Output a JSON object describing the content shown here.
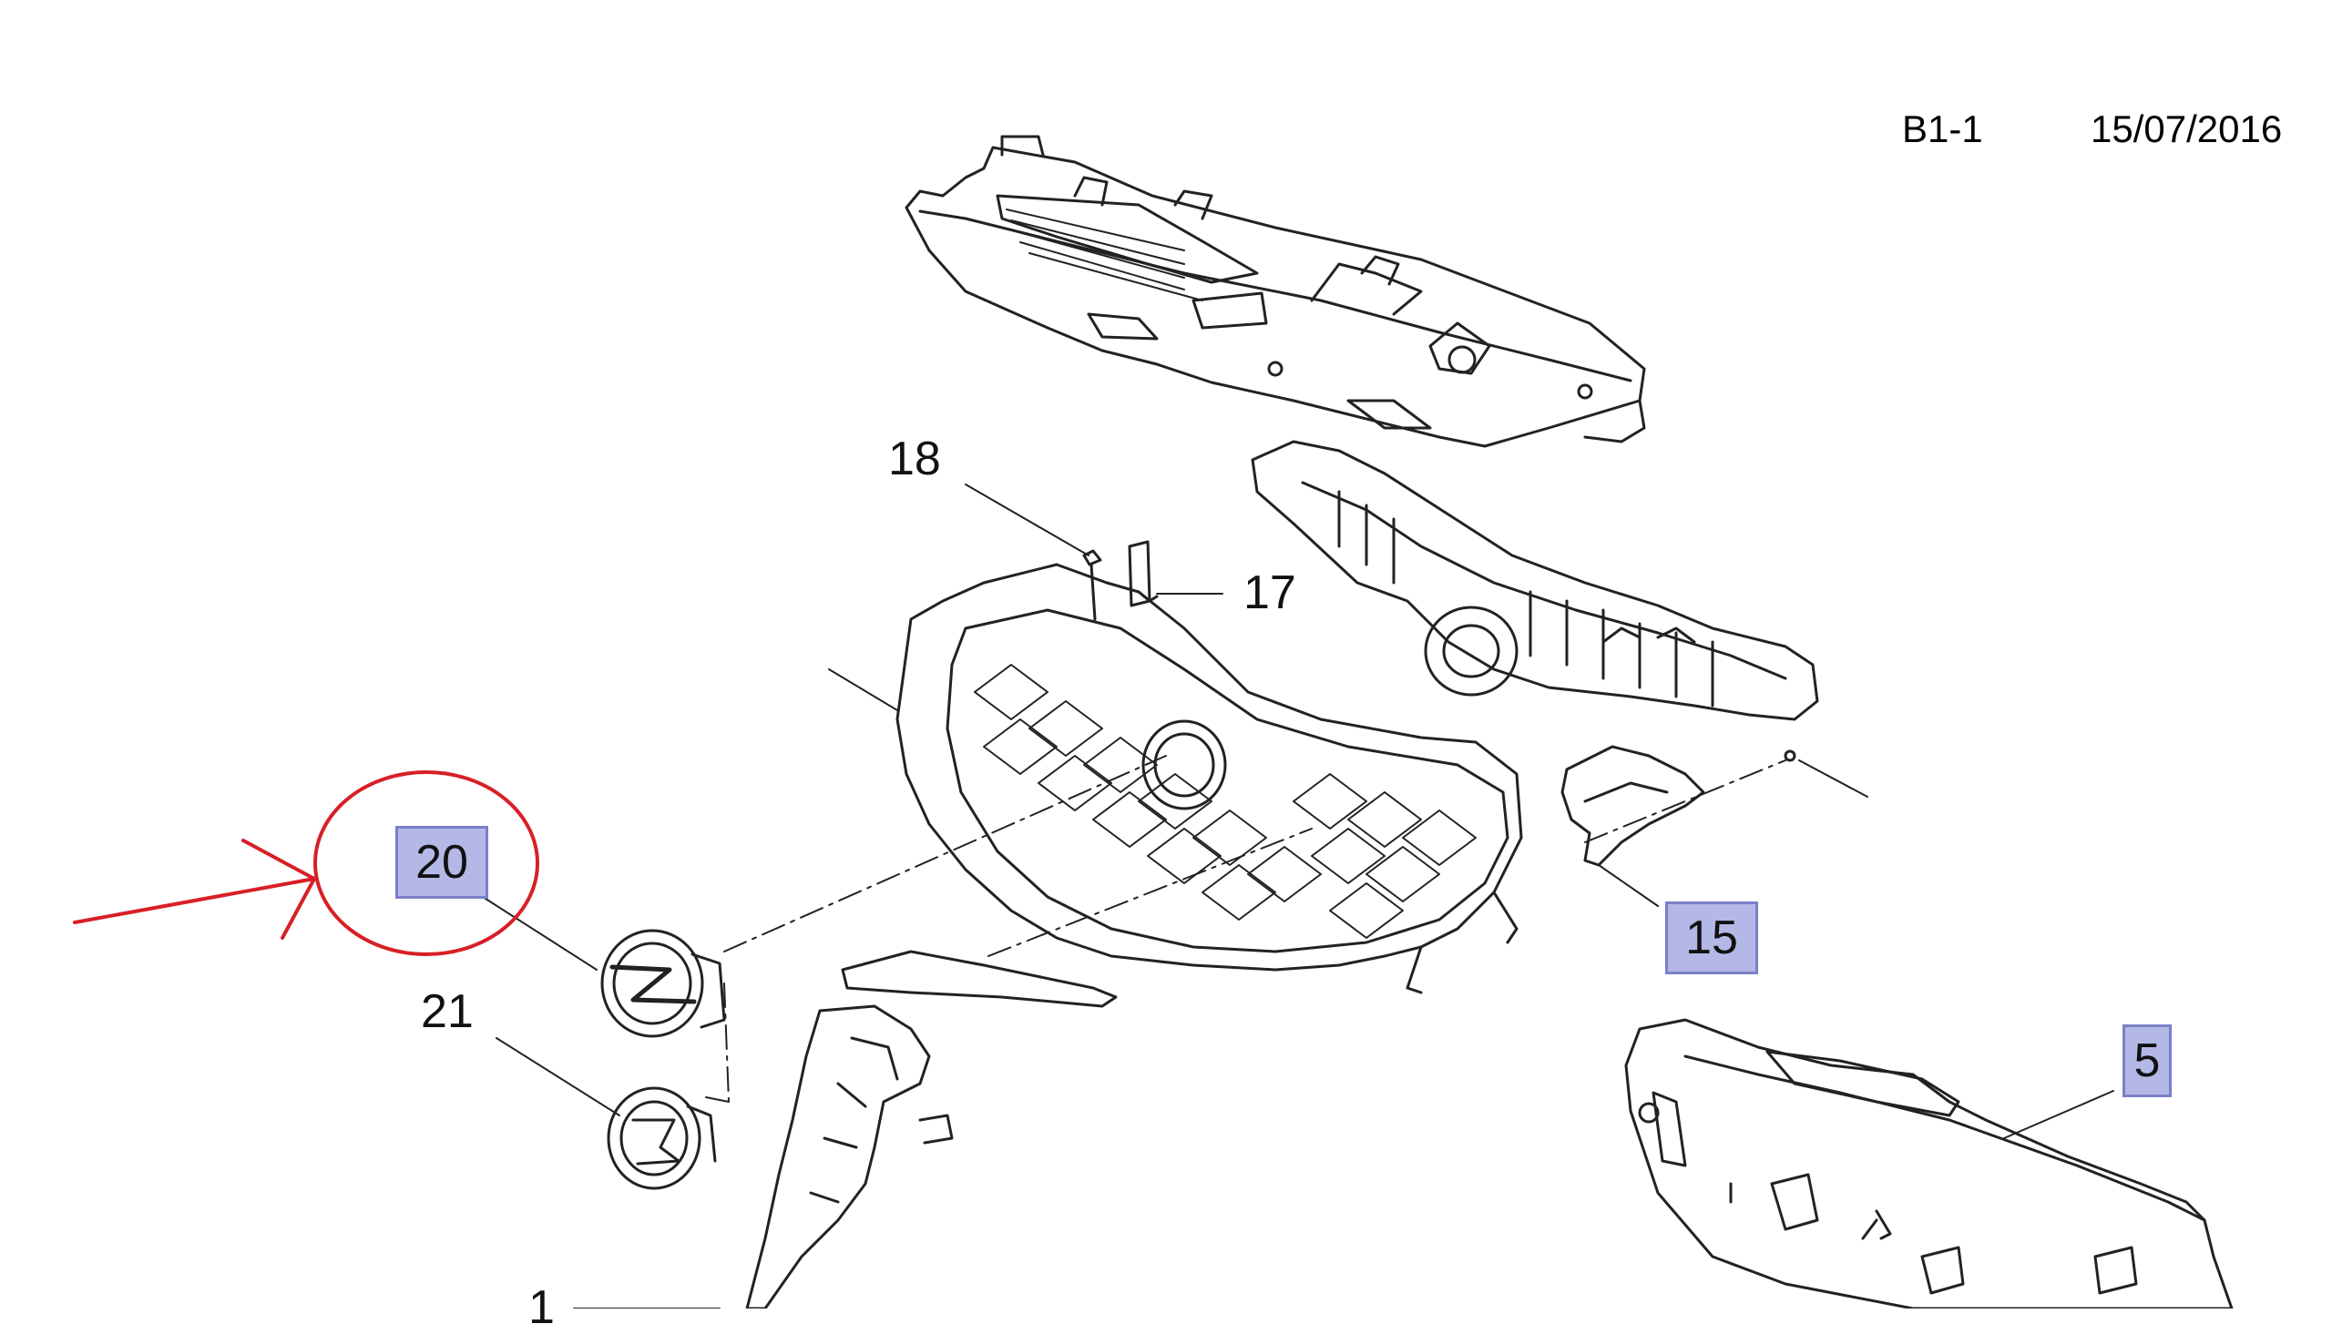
{
  "header": {
    "diagram_code": "B1-1",
    "date": "15/07/2016"
  },
  "callouts": {
    "c1": "1",
    "c5": "5",
    "c15": "15",
    "c17": "17",
    "c18": "18",
    "c20": "20",
    "c21": "21"
  },
  "highlighted_callouts": [
    "5",
    "15",
    "20"
  ],
  "annotation": {
    "circled_callout": "20",
    "markup_color": "#d81f26"
  },
  "colors": {
    "highlight_fill": "#b3b8e6",
    "highlight_border": "#7a80c8",
    "line": "#222222"
  }
}
